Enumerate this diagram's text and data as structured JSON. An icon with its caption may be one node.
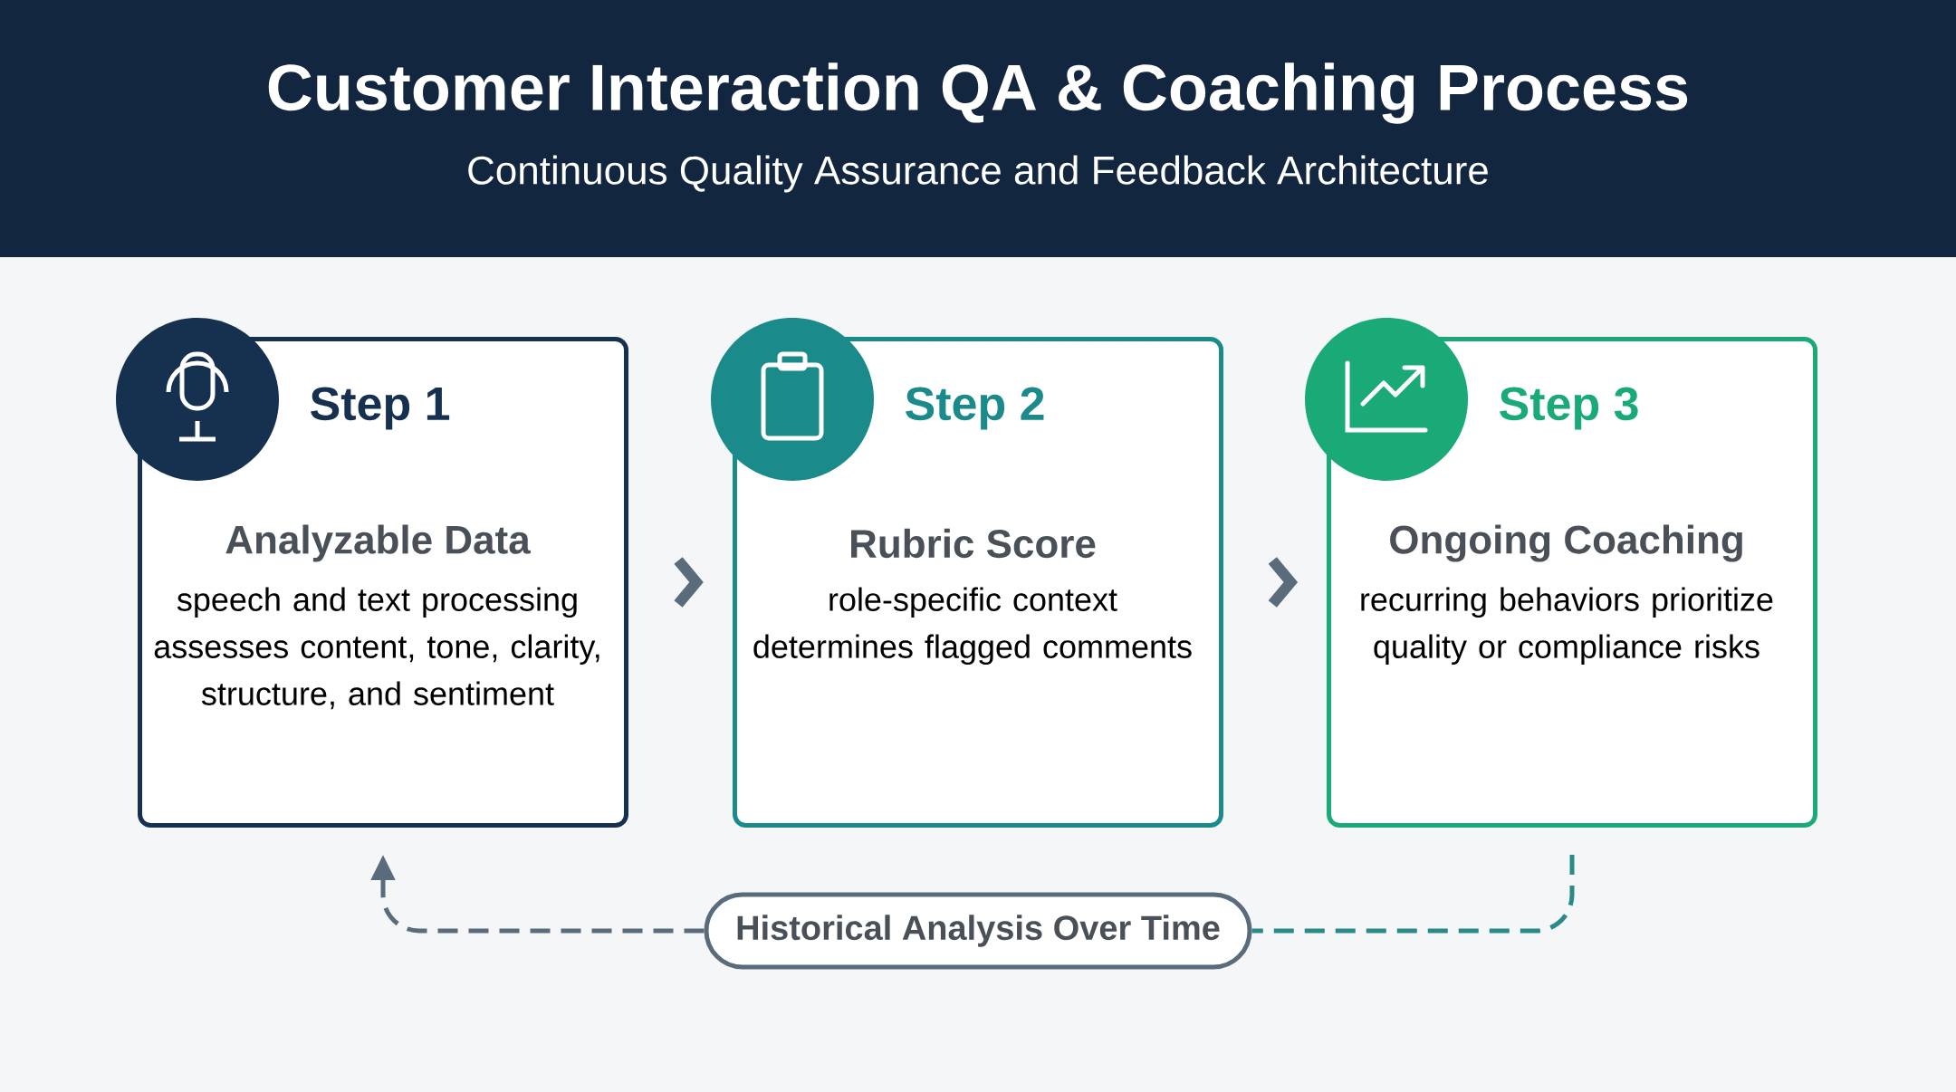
{
  "diagram": {
    "title": "Customer Interaction QA & Coaching Process",
    "caption": "Continuous Quality Assurance and Feedback Architecture",
    "nodes": [
      {
        "text": [
          "Step 1",
          "Analyzable Data",
          "speech and text processing assesses content, tone, clarity, structure, and sentiment"
        ]
      },
      {
        "text": [
          "Step 2",
          "Rubric Score",
          "role-specific context determines flagged comments"
        ]
      },
      {
        "text": [
          "Step 3",
          "Ongoing Coaching",
          "recurring behaviors prioritize quality or compliance risks"
        ]
      },
      {
        "text": [
          "Historical Analysis Over Time"
        ]
      }
    ],
    "edges": [
      {
        "from": 0,
        "to": 1,
        "arrow": "to",
        "style": "thick"
      },
      {
        "from": 1,
        "to": 2,
        "arrow": "to",
        "style": "thick"
      },
      {
        "from": 2,
        "to": 3,
        "arrow": "none",
        "style": "dashed",
        "color": "#2a8a8a"
      },
      {
        "from": 3,
        "to": 0,
        "arrow": "to",
        "style": "dashed"
      }
    ]
  }
}
